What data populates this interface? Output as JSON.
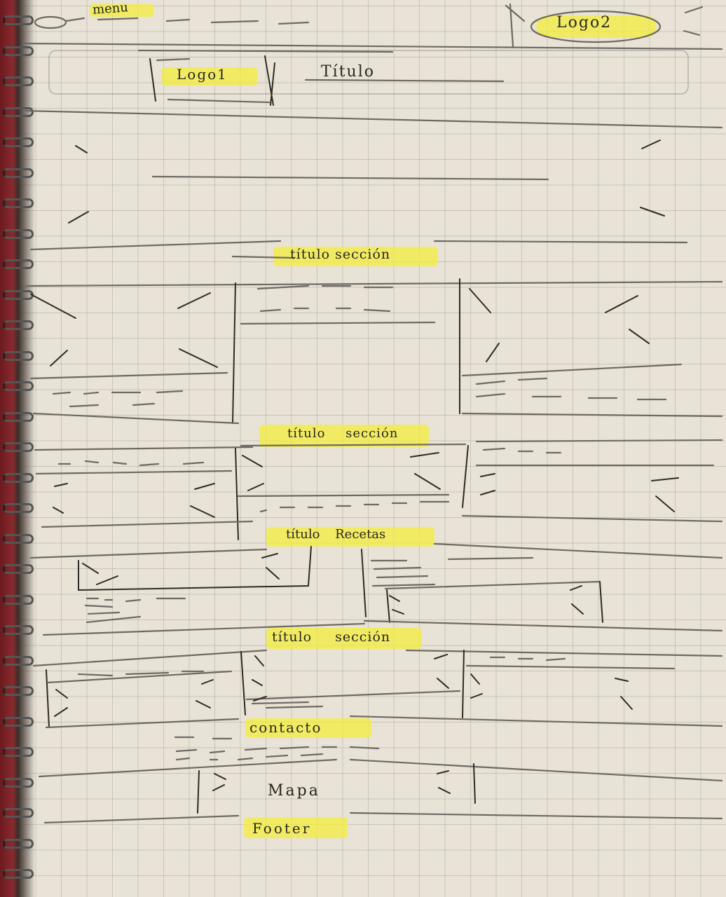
{
  "nav": {
    "menu_label": "menu",
    "logo2_label": "Logo2"
  },
  "header": {
    "logo1_label": "Logo1",
    "title_label": "Título"
  },
  "sections": {
    "s1_title": "título sección",
    "s2_title": "título sección",
    "recipes_title": "título Recetas",
    "s4_title": "título sección",
    "contact_title": "contacto",
    "map_label": "Mapa",
    "footer_label": "Footer"
  },
  "colors": {
    "highlighter": "#f4ee3c",
    "paper": "#e8e3d6",
    "pencil": "#6d6a64",
    "pen": "#2e2b27"
  }
}
